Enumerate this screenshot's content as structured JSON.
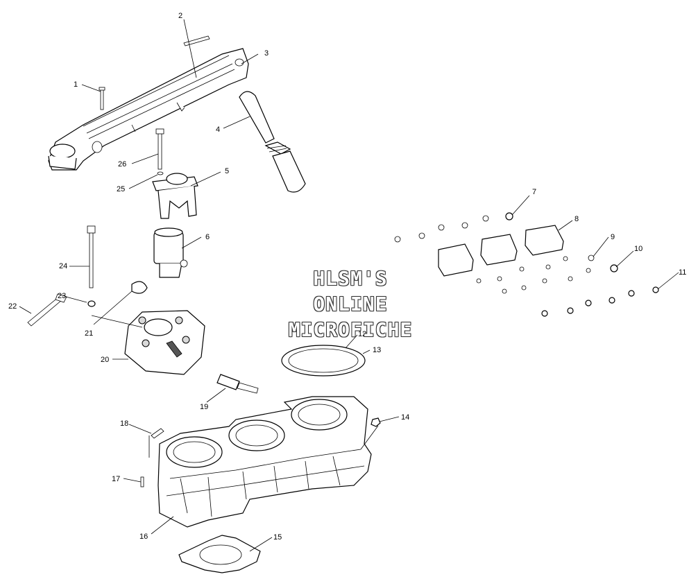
{
  "watermark": {
    "line1": "HLSM'S",
    "line2": "ONLINE",
    "line3": "MICROFICHE"
  },
  "callouts": {
    "c1": "1",
    "c2": "2",
    "c3": "3",
    "c4": "4",
    "c5": "5",
    "c6": "6",
    "c7": "7",
    "c8": "8",
    "c9": "9",
    "c10": "10",
    "c11": "11",
    "c12": "12",
    "c13": "13",
    "c14": "14",
    "c15": "15",
    "c16": "16",
    "c17": "17",
    "c18": "18",
    "c19": "19",
    "c20": "20",
    "c21": "21",
    "c22": "22",
    "c23": "23",
    "c24": "24",
    "c25": "25",
    "c26": "26"
  }
}
